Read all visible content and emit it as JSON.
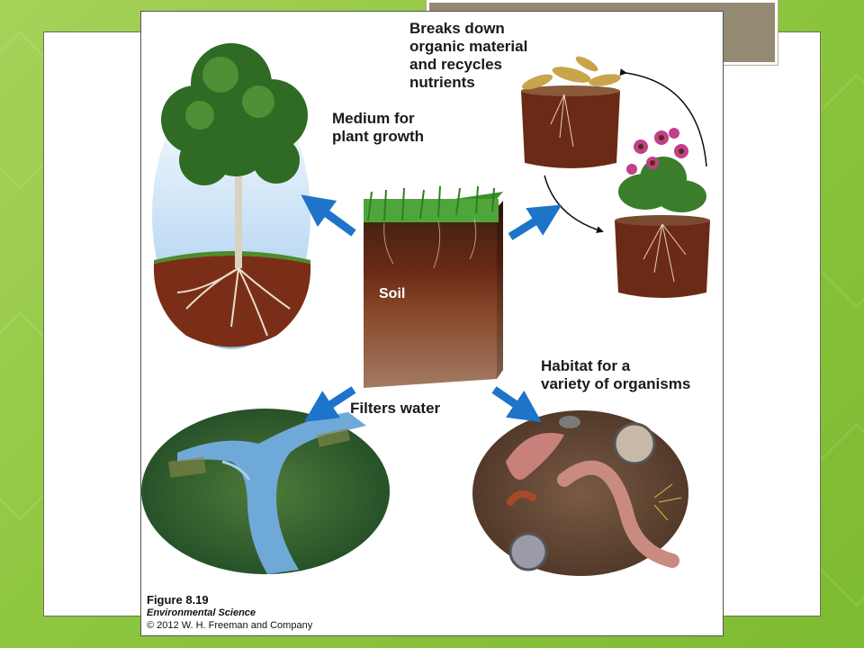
{
  "figure": {
    "center_label": "Soil",
    "functions": [
      {
        "id": "plant-growth",
        "lines": [
          "Medium for",
          "plant growth"
        ]
      },
      {
        "id": "nutrients",
        "lines": [
          "Breaks down",
          "organic material",
          "and recycles",
          "nutrients"
        ]
      },
      {
        "id": "filters-water",
        "lines": [
          "Filters water"
        ]
      },
      {
        "id": "habitat",
        "lines": [
          "Habitat for a",
          "variety of organisms"
        ]
      }
    ],
    "caption": {
      "figure_number": "Figure 8.19",
      "book_title": "Environmental Science",
      "copyright": "© 2012 W. H. Freeman and Company"
    }
  },
  "colors": {
    "background_green": "#8ec63f",
    "title_bar": "#948a73",
    "arrow_blue": "#1d74c8",
    "soil_dark": "#5a2a1a"
  }
}
